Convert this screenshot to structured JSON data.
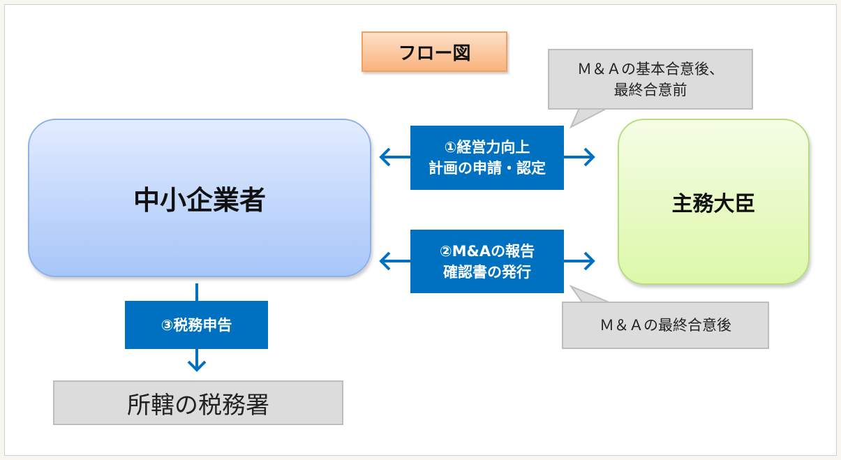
{
  "title": "フロー図",
  "callouts": {
    "top": [
      "Ｍ＆Ａの基本合意後、",
      "最終合意前"
    ],
    "bottom": "Ｍ＆Ａの最終合意後"
  },
  "nodes": {
    "sme": "中小企業者",
    "minister": "主務大臣",
    "tax_office": "所轄の税務署"
  },
  "steps": {
    "step1": [
      "①経営力向上",
      "計画の申請・認定"
    ],
    "step2": [
      "②M&Aの報告",
      "確認書の発行"
    ],
    "step3": "③税務申告"
  },
  "colors": {
    "arrow": "#0070c0",
    "label_bg": "#0070c0"
  }
}
